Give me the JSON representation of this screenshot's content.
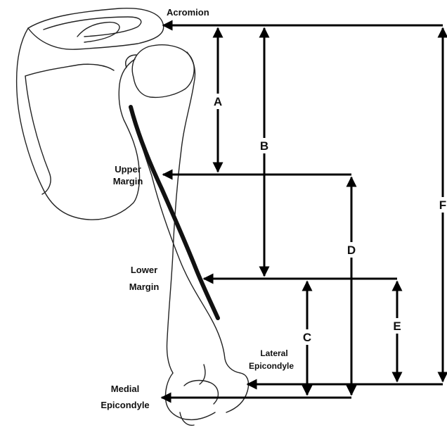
{
  "labels": {
    "acromion": "Acromion",
    "upper_margin": [
      "Upper",
      "Margin"
    ],
    "lower_margin": [
      "Lower",
      "Margin"
    ],
    "lateral_epicondyle": [
      "Lateral",
      "Epicondyle"
    ],
    "medial_epicondyle": [
      "Medial",
      "Epicondyle"
    ]
  },
  "measurements": [
    {
      "id": "A",
      "label": "A"
    },
    {
      "id": "B",
      "label": "B"
    },
    {
      "id": "C",
      "label": "C"
    },
    {
      "id": "D",
      "label": "D"
    },
    {
      "id": "E",
      "label": "E"
    },
    {
      "id": "F",
      "label": "F"
    }
  ],
  "colors": {
    "line": "#000000",
    "bone_outline": "#222222",
    "nerve": "#111111"
  }
}
